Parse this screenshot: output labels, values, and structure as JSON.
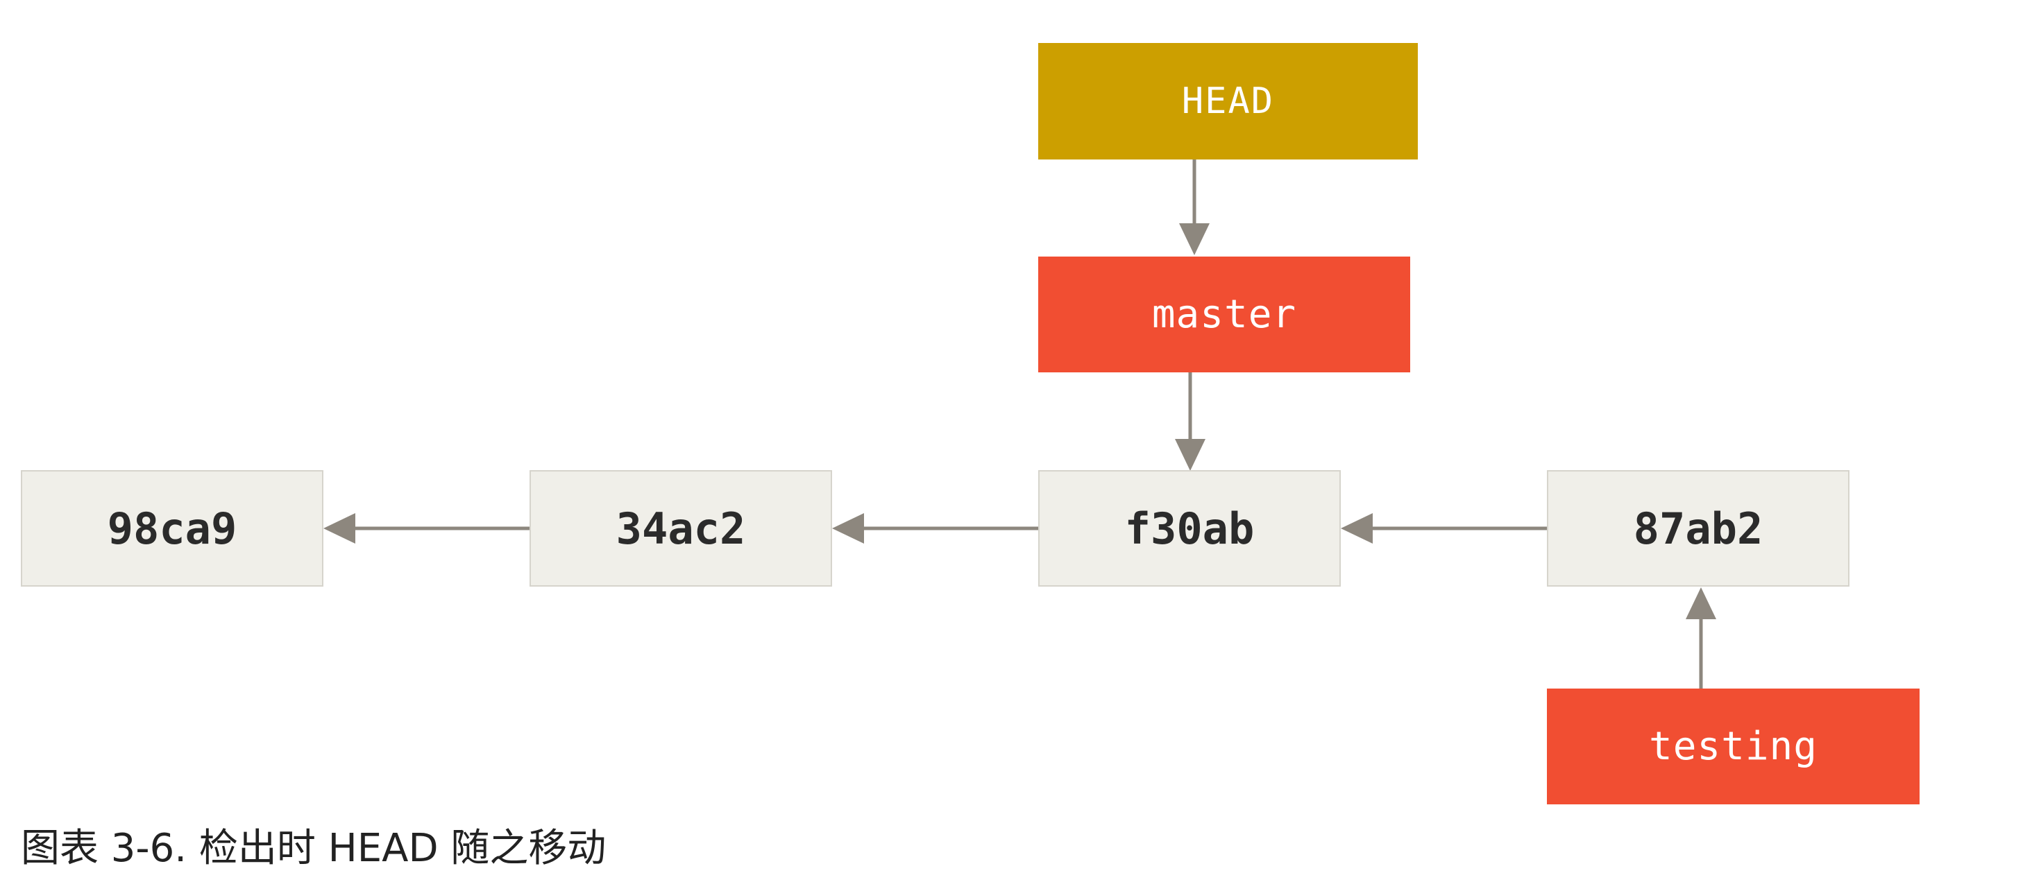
{
  "pointers": {
    "head": "HEAD",
    "master": "master",
    "testing": "testing"
  },
  "commits": [
    "98ca9",
    "34ac2",
    "f30ab",
    "87ab2"
  ],
  "caption": "图表 3-6. 检出时 HEAD 随之移动",
  "colors": {
    "head": "#cc9f00",
    "branch": "#f14e32",
    "commit_bg": "#f0efe9",
    "arrow": "#8d877e"
  }
}
